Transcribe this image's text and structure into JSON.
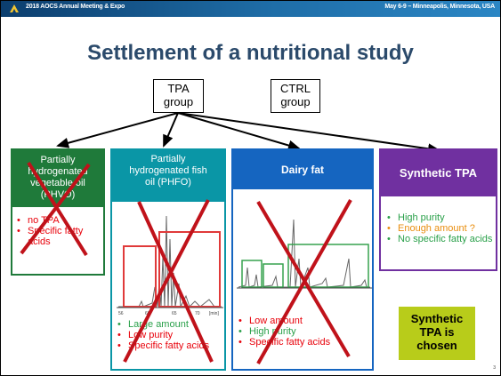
{
  "header": {
    "left_text": "2018 AOCS Annual Meeting & Expo",
    "right_text": "May 6-9 – Minneapolis, Minnesota, USA"
  },
  "title": "Settlement of a nutritional study",
  "groups": {
    "tpa": [
      "TPA",
      "group"
    ],
    "ctrl": [
      "CTRL",
      "group"
    ]
  },
  "columns": [
    {
      "header": [
        "Partially",
        "hydrogenated",
        "vegetable oil",
        "(PHVO)"
      ],
      "color": "#1f7a3a",
      "border_color": "#1f7a3a",
      "crossed": true,
      "points": [
        "no TPA",
        "Specific fatty acids"
      ],
      "point_colors": [
        "red",
        "red"
      ]
    },
    {
      "header": [
        "Partially",
        "hydrogenated fish",
        "oil (PHFO)"
      ],
      "color": "#0a96a6",
      "border_color": "#0a96a6",
      "crossed": true,
      "points": [
        "Large amount",
        "Low purity",
        "Specific fatty acids"
      ],
      "point_colors": [
        "green",
        "red",
        "red"
      ]
    },
    {
      "header": [
        "Dairy fat"
      ],
      "color": "#1565c0",
      "border_color": "#1565c0",
      "crossed": true,
      "points": [
        "Low amount",
        "High purity",
        "Specific fatty acids"
      ],
      "point_colors": [
        "red",
        "green",
        "red"
      ]
    },
    {
      "header": [
        "Synthetic TPA"
      ],
      "color": "#7030a0",
      "border_color": "#7030a0",
      "crossed": false,
      "points": [
        "High purity",
        "Enough amount ?",
        "No specific fatty acids"
      ],
      "point_colors": [
        "green",
        "orange",
        "green"
      ]
    }
  ],
  "chosen": [
    "Synthetic",
    "TPA is",
    "chosen"
  ],
  "chromatogram": {
    "ticks": [
      "56",
      "60",
      "65",
      "70",
      "[min]"
    ]
  },
  "page_number": "3",
  "colors": {
    "cross": "#c0121a",
    "chosen_bg": "#b8cc1a",
    "title": "#2b4a6b"
  }
}
